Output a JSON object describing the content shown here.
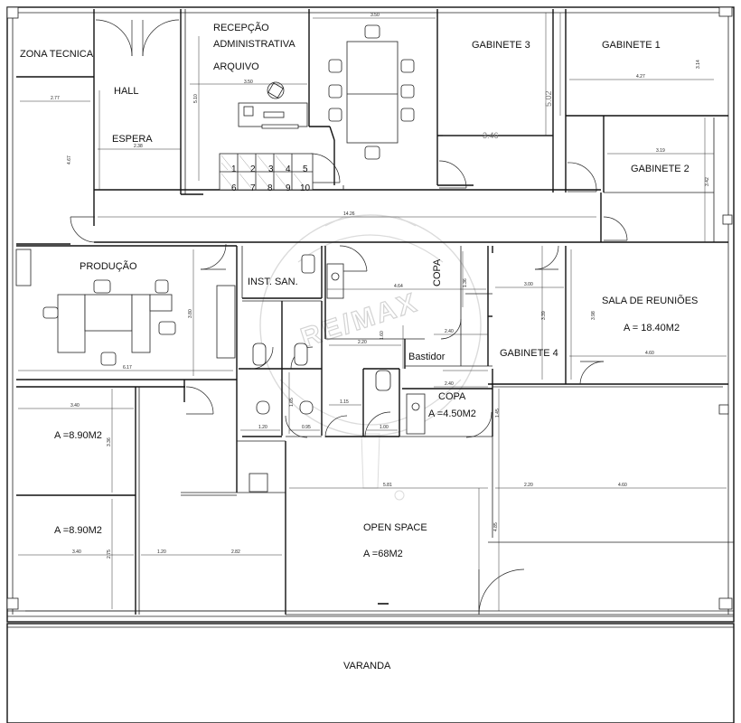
{
  "rooms": {
    "zona_tecnica": "ZONA TECNICA",
    "hall": "HALL",
    "espera": "ESPERA",
    "recepcao1": "RECEPÇÃO",
    "recepcao2": "ADMINISTRATIVA",
    "recepcao3": "ARQUIVO",
    "gabinete3": "GABINETE 3",
    "gabinete1": "GABINETE 1",
    "gabinete2": "GABINETE 2",
    "producao": "PRODUÇÃO",
    "inst_san": "INST. SAN.",
    "copa_top": "COPA",
    "sala_reunioes": "SALA DE REUNIÕES",
    "sala_reunioes_area": "A = 18.40M2",
    "gabinete4": "GABINETE 4",
    "bastidor": "Bastidor",
    "copa": "COPA",
    "copa_area": "A =4.50M2",
    "area_890_a": "A =8.90M2",
    "area_890_b": "A =8.90M2",
    "open_space": "OPEN SPACE",
    "open_space_area": "A =68M2",
    "varanda": "VARANDA"
  },
  "archive_numbers": [
    "1",
    "2",
    "3",
    "4",
    "5",
    "6",
    "7",
    "8",
    "9",
    "10"
  ],
  "dims": {
    "d350a": "3.50",
    "d350b": "3.50",
    "d510": "5.10",
    "d277": "2.77",
    "d467": "4.67",
    "d238": "2.38",
    "d427": "4.27",
    "d314": "3.14",
    "d502": "5.02",
    "d346": "3.46",
    "d319": "3.19",
    "d342": "3.42",
    "d1426": "14.26",
    "d464": "4.64",
    "d136": "1.36",
    "d300": "3.00",
    "d339": "3.39",
    "d398": "3.98",
    "d460a": "4.60",
    "d380": "3.80",
    "d617": "6.17",
    "d220a": "2.20",
    "d160": "1.60",
    "d240a": "2.40",
    "d240b": "2.40",
    "d165": "1.65",
    "d115": "1.15",
    "d095": "0.95",
    "d100": "1.00",
    "d120a": "1.20",
    "d145": "1.45",
    "d340a": "3.40",
    "d336": "3.36",
    "d340b": "3.40",
    "d275": "2.75",
    "d120b": "1.20",
    "d282": "2.82",
    "d581": "5.81",
    "d220b": "2.20",
    "d460b": "4.60",
    "d485": "4.85"
  },
  "watermark": "RE/MAX",
  "colors": {
    "wall": "#111111",
    "watermark": "#cfcfcf",
    "background": "#ffffff"
  }
}
